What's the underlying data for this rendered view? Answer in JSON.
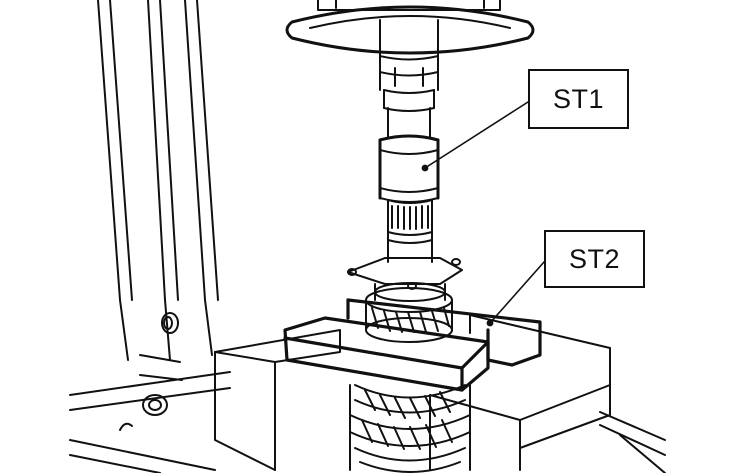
{
  "callouts": [
    {
      "id": "st1",
      "label": "ST1"
    },
    {
      "id": "st2",
      "label": "ST2"
    }
  ],
  "colors": {
    "stroke": "#111111",
    "paper": "#ffffff"
  }
}
